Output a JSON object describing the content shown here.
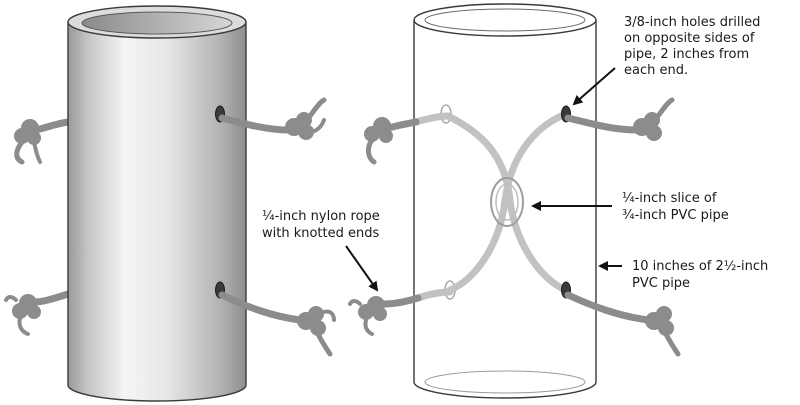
{
  "annotations": {
    "holes": [
      "3/8-inch holes drilled",
      "on opposite sides of",
      "pipe, 2 inches from",
      "each end."
    ],
    "slice": [
      "¼-inch slice of",
      "¾-inch PVC pipe"
    ],
    "rope": [
      "¼-inch nylon rope",
      "with knotted ends"
    ],
    "pipe": [
      "10 inches of 2½-inch",
      "PVC pipe"
    ]
  },
  "colors": {
    "pipe_dark": "#8a8a8a",
    "pipe_light": "#f2f2f2",
    "rope": "#8c8c8c",
    "rope_ghost": "#c2c2c2"
  },
  "icons": [
    "solid-pipe",
    "transparent-pipe",
    "knotted-rope",
    "pvc-slice-ring"
  ]
}
